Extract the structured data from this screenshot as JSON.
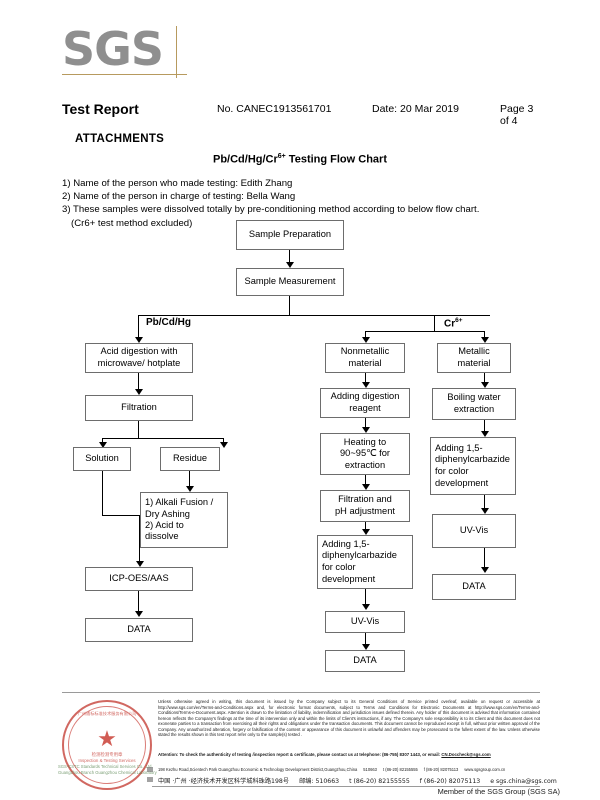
{
  "header": {
    "logo_text": "SGS",
    "report_title": "Test Report",
    "report_no": "No. CANEC1913561701",
    "report_date": "Date: 20 Mar 2019",
    "page_indicator": "Page 3 of 4",
    "section_label": "ATTACHMENTS"
  },
  "chart_heading": {
    "prefix": "Pb/Cd/Hg/Cr",
    "sup": "6+",
    "suffix": " Testing Flow Chart"
  },
  "notes": [
    "1) Name of the person who made testing: Edith Zhang",
    "2) Name of the person in charge of testing: Bella Wang",
    "3) These samples were dissolved totally by pre-conditioning method according to below flow chart.",
    "(Cr6+ test method excluded)"
  ],
  "flow": {
    "root": [
      {
        "id": "sample-preparation",
        "label": "Sample Preparation"
      },
      {
        "id": "sample-measurement",
        "label": "Sample Measurement"
      }
    ],
    "branch_labels": {
      "left": "Pb/Cd/Hg",
      "right_prefix": "Cr",
      "right_sup": "6+"
    },
    "left_branch": [
      {
        "id": "acid-digestion",
        "label": "Acid digestion with\nmicrowave/ hotplate"
      },
      {
        "id": "filtration",
        "label": "Filtration"
      },
      {
        "id": "solution",
        "label": "Solution"
      },
      {
        "id": "residue",
        "label": "Residue"
      },
      {
        "id": "alkali-fusion",
        "label": "1) Alkali Fusion /\n     Dry Ashing\n2) Acid to\n     dissolve"
      },
      {
        "id": "icp-oes-aas",
        "label": "ICP-OES/AAS"
      },
      {
        "id": "left-data",
        "label": "DATA"
      }
    ],
    "middle_branch": [
      {
        "id": "nonmetallic-material",
        "label": "Nonmetallic\nmaterial"
      },
      {
        "id": "adding-digestion-reagent",
        "label": "Adding digestion\nreagent"
      },
      {
        "id": "heating-extraction",
        "label": "Heating to\n90~95℃ for\nextraction"
      },
      {
        "id": "filtration-ph",
        "label": "Filtration and\npH adjustment"
      },
      {
        "id": "adding-dpc-mid",
        "label": "Adding 1,5-\ndiphenylcarbazide\nfor color\ndevelopment"
      },
      {
        "id": "uv-vis-mid",
        "label": "UV-Vis"
      },
      {
        "id": "middle-data",
        "label": "DATA"
      }
    ],
    "right_branch": [
      {
        "id": "metallic-material",
        "label": "Metallic\nmaterial"
      },
      {
        "id": "boiling-water-extraction",
        "label": "Boiling water\nextraction"
      },
      {
        "id": "adding-dpc-right",
        "label": "Adding 1,5-\ndiphenylcarbazide\nfor color\ndevelopment"
      },
      {
        "id": "uv-vis-right",
        "label": "UV-Vis"
      },
      {
        "id": "right-data",
        "label": "DATA"
      }
    ]
  },
  "footer": {
    "legal": "Unless otherwise agreed in writing, this document is issued by the Company subject to its General Conditions of Service printed overleaf, available on request or accessible at http://www.sgs.com/en/Terms-and-Conditions.aspx and, for electronic format documents, subject to Terms and Conditions for Electronic Documents at http://www.sgs.com/en/Terms-and-Conditions/Terms-e-Document.aspx. Attention is drawn to the limitation of liability, indemnification and jurisdiction issues defined therein. Any holder of this document is advised that information contained hereon reflects the Company's findings at the time of its intervention only and within the limits of Client's instructions, if any. The Company's sole responsibility is to its Client and this document does not exonerate parties to a transaction from exercising all their rights and obligations under the transaction documents. This document cannot be reproduced except in full, without prior written approval of the Company. Any unauthorized alteration, forgery or falsification of the content or appearance of this document is unlawful and offenders may be prosecuted to the fullest extent of the law. Unless otherwise stated the results shown in this test report refer only to the sample(s) tested .",
    "attention": "Attention: To check the authenticity of testing /inspection report & certificate, please contact us at telephone: (86-755) 8307 1443, or email: ",
    "attention_email": "CN.Doccheck@sgs.com",
    "address_en": "198 Kezhu Road,Scientech Park Guangzhou Economic & Technology Development District,Guangzhou,China",
    "address_en_zip": "510663",
    "address_en_tel": "t (86-20) 82155555",
    "address_en_fax": "f (86-20) 82075113",
    "address_en_web": "www.sgsgroup.com.cn",
    "address_cn": "中国 ·广州 ·经济技术开发区科学城科珠路198号",
    "address_cn_zip": "邮编: 510663",
    "address_cn_tel": "t (86-20) 82155555",
    "address_cn_fax": "f (86-20) 82075113",
    "address_cn_mail": "e sgs.china@sgs.com",
    "member_line": "Member of the SGS Group (SGS SA)",
    "seal_top_text": "广州通标标准技术服务有限公司",
    "seal_line1": "检测检测专用章",
    "seal_line2": "Inspection & Testing Services",
    "seal_green1": "SGS-CSTC Standards Technical Services Co., Ltd.",
    "seal_green2": "Guangzhou Branch Guangzhou Chemical Laboratory"
  },
  "colors": {
    "logo_gray": "#8f8f8f",
    "logo_accent": "#b79a5e",
    "box_border": "#6d6d6d",
    "seal_red": "#c8473f"
  }
}
